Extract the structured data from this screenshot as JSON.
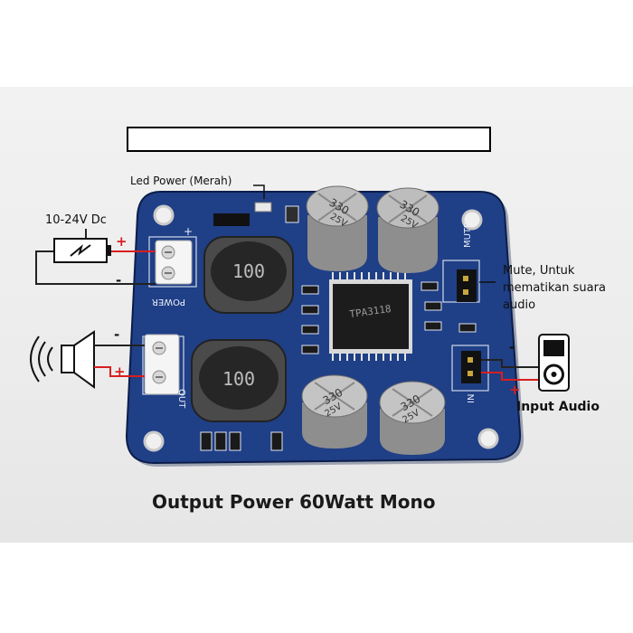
{
  "labels": {
    "led_power": "Led Power (Merah)",
    "voltage": "10-24V Dc",
    "mute_line1": "Mute, Untuk",
    "mute_line2": "mematikan suara",
    "mute_line3": "audio",
    "input_audio": "Input Audio",
    "caption": "Output Power 60Watt Mono"
  },
  "board_markings": {
    "power": "POWER",
    "out": "OUT",
    "mute": "MUTE",
    "in": "IN",
    "inductor": "100",
    "capacitor_value": "330",
    "capacitor_voltage": "25V",
    "chip": "TPA3118"
  },
  "polarity": {
    "plus": "+",
    "minus": "-"
  },
  "colors": {
    "pcb": "#1f3f86",
    "wire_positive": "#d81f1f",
    "wire_negative": "#222222",
    "banner": "#ffffff"
  },
  "icons": [
    "battery-icon",
    "speaker-icon",
    "music-player-icon"
  ]
}
